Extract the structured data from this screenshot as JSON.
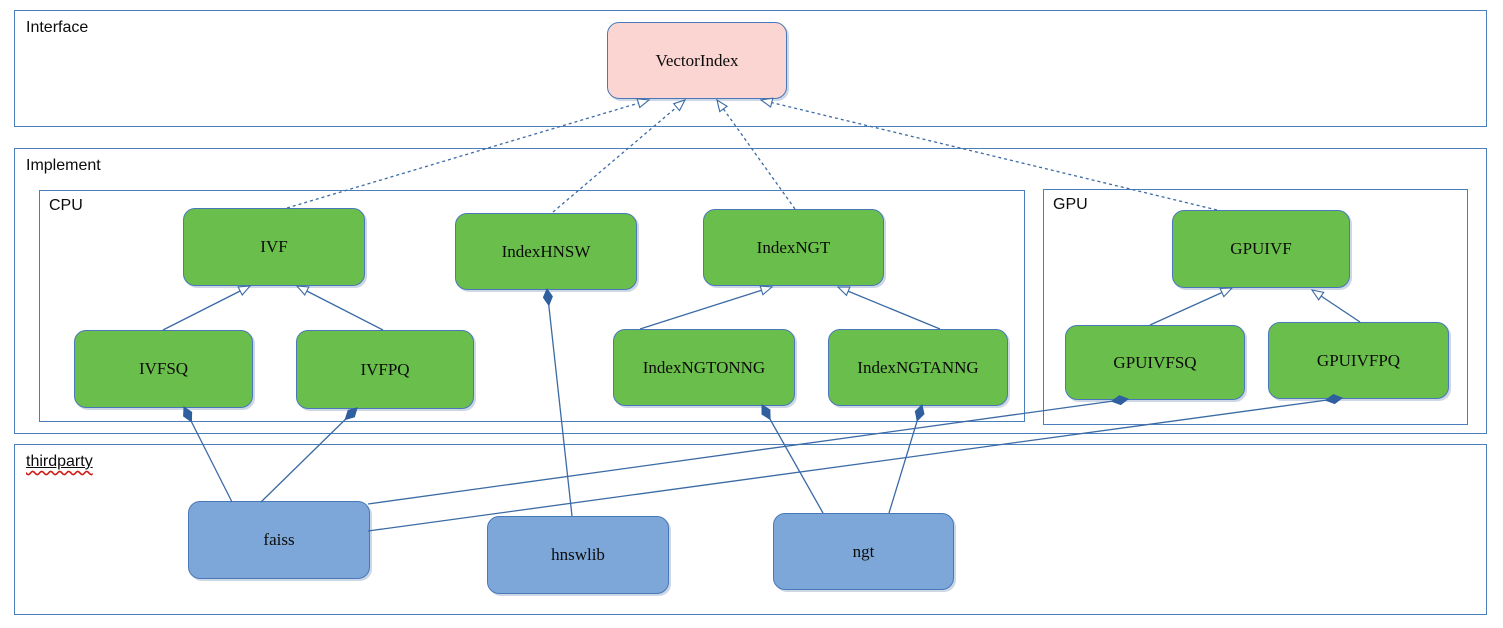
{
  "diagram": {
    "containers": {
      "interface": {
        "label": "Interface"
      },
      "implement": {
        "label": "Implement"
      },
      "cpu": {
        "label": "CPU"
      },
      "gpu": {
        "label": "GPU"
      },
      "thirdparty": {
        "label": "thirdparty"
      }
    },
    "nodes": {
      "vectorindex": {
        "label": "VectorIndex",
        "kind": "interface"
      },
      "ivf": {
        "label": "IVF",
        "kind": "implementation"
      },
      "indexhnsw": {
        "label": "IndexHNSW",
        "kind": "implementation"
      },
      "indexngt": {
        "label": "IndexNGT",
        "kind": "implementation"
      },
      "ivfsq": {
        "label": "IVFSQ",
        "kind": "implementation"
      },
      "ivfpq": {
        "label": "IVFPQ",
        "kind": "implementation"
      },
      "indexngtonng": {
        "label": "IndexNGTONNG",
        "kind": "implementation"
      },
      "indexngtanng": {
        "label": "IndexNGTANNG",
        "kind": "implementation"
      },
      "gpuivf": {
        "label": "GPUIVF",
        "kind": "implementation"
      },
      "gpuivfsq": {
        "label": "GPUIVFSQ",
        "kind": "implementation"
      },
      "gpuivfpq": {
        "label": "GPUIVFPQ",
        "kind": "implementation"
      },
      "faiss": {
        "label": "faiss",
        "kind": "thirdparty"
      },
      "hnswlib": {
        "label": "hnswlib",
        "kind": "thirdparty"
      },
      "ngt": {
        "label": "ngt",
        "kind": "thirdparty"
      }
    },
    "colors": {
      "interface": "#fbd5d1",
      "implementation": "#6abe4b",
      "thirdparty": "#7da7d8",
      "line": "#3b6aa5",
      "container_border": "#4a7ebd"
    },
    "edges": [
      {
        "from": "ivf",
        "to": "vectorindex",
        "relation": "realization",
        "style": "dashed-open-arrow"
      },
      {
        "from": "indexhnsw",
        "to": "vectorindex",
        "relation": "realization",
        "style": "dashed-open-arrow"
      },
      {
        "from": "indexngt",
        "to": "vectorindex",
        "relation": "realization",
        "style": "dashed-open-arrow"
      },
      {
        "from": "gpuivf",
        "to": "vectorindex",
        "relation": "realization",
        "style": "dashed-open-arrow"
      },
      {
        "from": "ivfsq",
        "to": "ivf",
        "relation": "generalization",
        "style": "solid-open-arrow"
      },
      {
        "from": "ivfpq",
        "to": "ivf",
        "relation": "generalization",
        "style": "solid-open-arrow"
      },
      {
        "from": "indexngtonng",
        "to": "indexngt",
        "relation": "generalization",
        "style": "solid-open-arrow"
      },
      {
        "from": "indexngtanng",
        "to": "indexngt",
        "relation": "generalization",
        "style": "solid-open-arrow"
      },
      {
        "from": "gpuivfsq",
        "to": "gpuivf",
        "relation": "generalization",
        "style": "solid-open-arrow"
      },
      {
        "from": "gpuivfpq",
        "to": "gpuivf",
        "relation": "generalization",
        "style": "solid-open-arrow"
      },
      {
        "from": "faiss",
        "to": "ivfsq",
        "relation": "composition",
        "style": "solid-diamond"
      },
      {
        "from": "faiss",
        "to": "ivfpq",
        "relation": "composition",
        "style": "solid-diamond"
      },
      {
        "from": "faiss",
        "to": "gpuivfsq",
        "relation": "composition",
        "style": "solid-diamond"
      },
      {
        "from": "faiss",
        "to": "gpuivfpq",
        "relation": "composition",
        "style": "solid-diamond"
      },
      {
        "from": "hnswlib",
        "to": "indexhnsw",
        "relation": "composition",
        "style": "solid-diamond"
      },
      {
        "from": "ngt",
        "to": "indexngtonng",
        "relation": "composition",
        "style": "solid-diamond"
      },
      {
        "from": "ngt",
        "to": "indexngtanng",
        "relation": "composition",
        "style": "solid-diamond"
      }
    ]
  }
}
